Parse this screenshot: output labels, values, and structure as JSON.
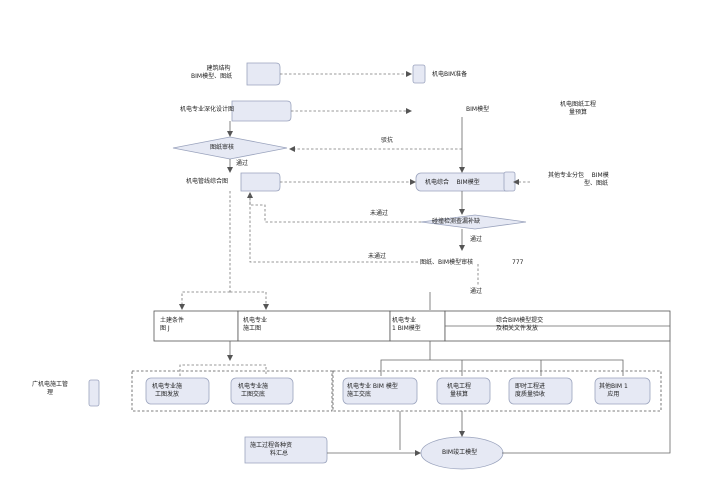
{
  "diagram": {
    "left_column": {
      "building_structure": [
        "建筑结构",
        "BIM模型、图纸"
      ],
      "deep_design": "机电专业深化设计图",
      "drawing_review": "图纸审核",
      "pass_label": "通过",
      "pipeline_comprehensive": "机电管线综合图"
    },
    "right_column": {
      "bim_prep": "机电BIM准备",
      "bim_model": "BIM模型",
      "budget": [
        "机电图纸工程",
        "量预算"
      ],
      "feedback_label": "驳抗",
      "comprehensive": [
        "机电综合",
        "BIM模型"
      ],
      "other_disciplines": [
        "其他专业分包",
        "BIM模",
        "型、图纸"
      ],
      "not_pass_1": "未通过",
      "clash_check": "碰撞检测查漏补缺",
      "pass_label_2": "通过",
      "not_pass_2": "未通过",
      "review_bim": "图纸、BIM模型审核",
      "review_suffix": "777",
      "pass_label_3": "通过"
    },
    "middle_row": {
      "civil_conditions": [
        "土建条件",
        "图 J"
      ],
      "mep_construction_drawing": [
        "机电专业",
        "施工图"
      ],
      "mep_bim": [
        "机电专业",
        "1 BIM模型"
      ],
      "submit_comprehensive": [
        "综合BIM模型提交",
        "及相关文件发放"
      ]
    },
    "management": {
      "side_label": [
        "广机电施工管",
        "理"
      ],
      "items": [
        [
          "机电专业施",
          "工图发放"
        ],
        [
          "机电专业施",
          "工图交底"
        ],
        [
          "机电专业 BIM 模型",
          "施工交底"
        ],
        [
          "机电工程",
          "量核算"
        ],
        [
          "即时工程进",
          "度质量验收"
        ],
        [
          "其他BIM 1",
          "应用"
        ]
      ]
    },
    "bottom": {
      "construction_data": [
        "施工过程各种资",
        "料汇总"
      ],
      "completion_model": "BIM竣工模型"
    }
  }
}
